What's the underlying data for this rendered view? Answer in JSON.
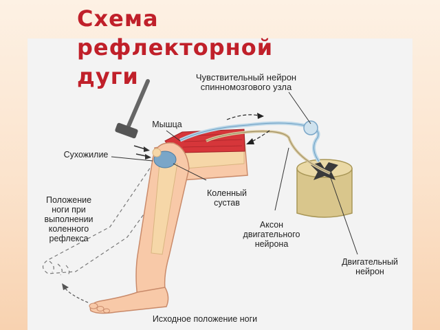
{
  "title": "Схема\nрефлекторной\nдуги",
  "labels": {
    "sensory_neuron": "Чувствительный нейрон\nспинномозгового узла",
    "muscle": "Мышца",
    "tendon": "Сухожилие",
    "knee_joint": "Коленный\nсустав",
    "leg_position": "Положение\nноги при\nвыполнении\nколенного\nрефлекса",
    "motor_axon": "Аксон\nдвигательного\nнейрона",
    "motor_neuron": "Двигательный\nнейрон",
    "initial_position": "Исходное положение ноги"
  },
  "colors": {
    "title": "#c0202a",
    "skin": "#f8c9a8",
    "skin_outline": "#c98a6a",
    "bone": "#f6d7a8",
    "muscle": "#d6363a",
    "joint": "#7aa6c8",
    "spinal_cord": "#d9c68c",
    "grey_matter": "#3a3a3a",
    "nerve": "#b9d6e8"
  },
  "icons": {
    "reflex_hammer": "reflex-hammer-icon"
  }
}
